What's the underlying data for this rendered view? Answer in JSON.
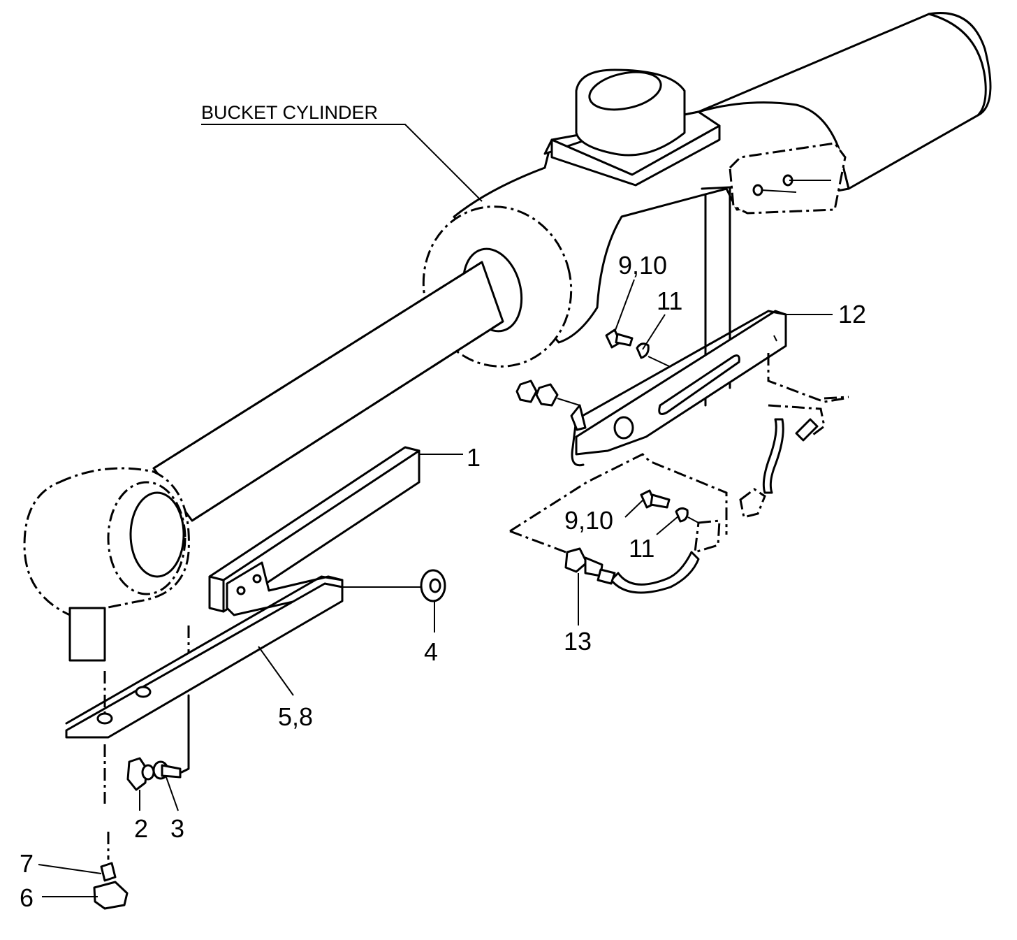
{
  "diagram": {
    "title_label": "BUCKET CYLINDER",
    "callouts": {
      "p1": "1",
      "p2": "2",
      "p3": "3",
      "p4": "4",
      "p5_8": "5,8",
      "p6": "6",
      "p7": "7",
      "p9_10_upper": "9,10",
      "p11_upper": "11",
      "p12": "12",
      "p9_10_lower": "9,10",
      "p11_lower": "11",
      "p13": "13"
    }
  }
}
